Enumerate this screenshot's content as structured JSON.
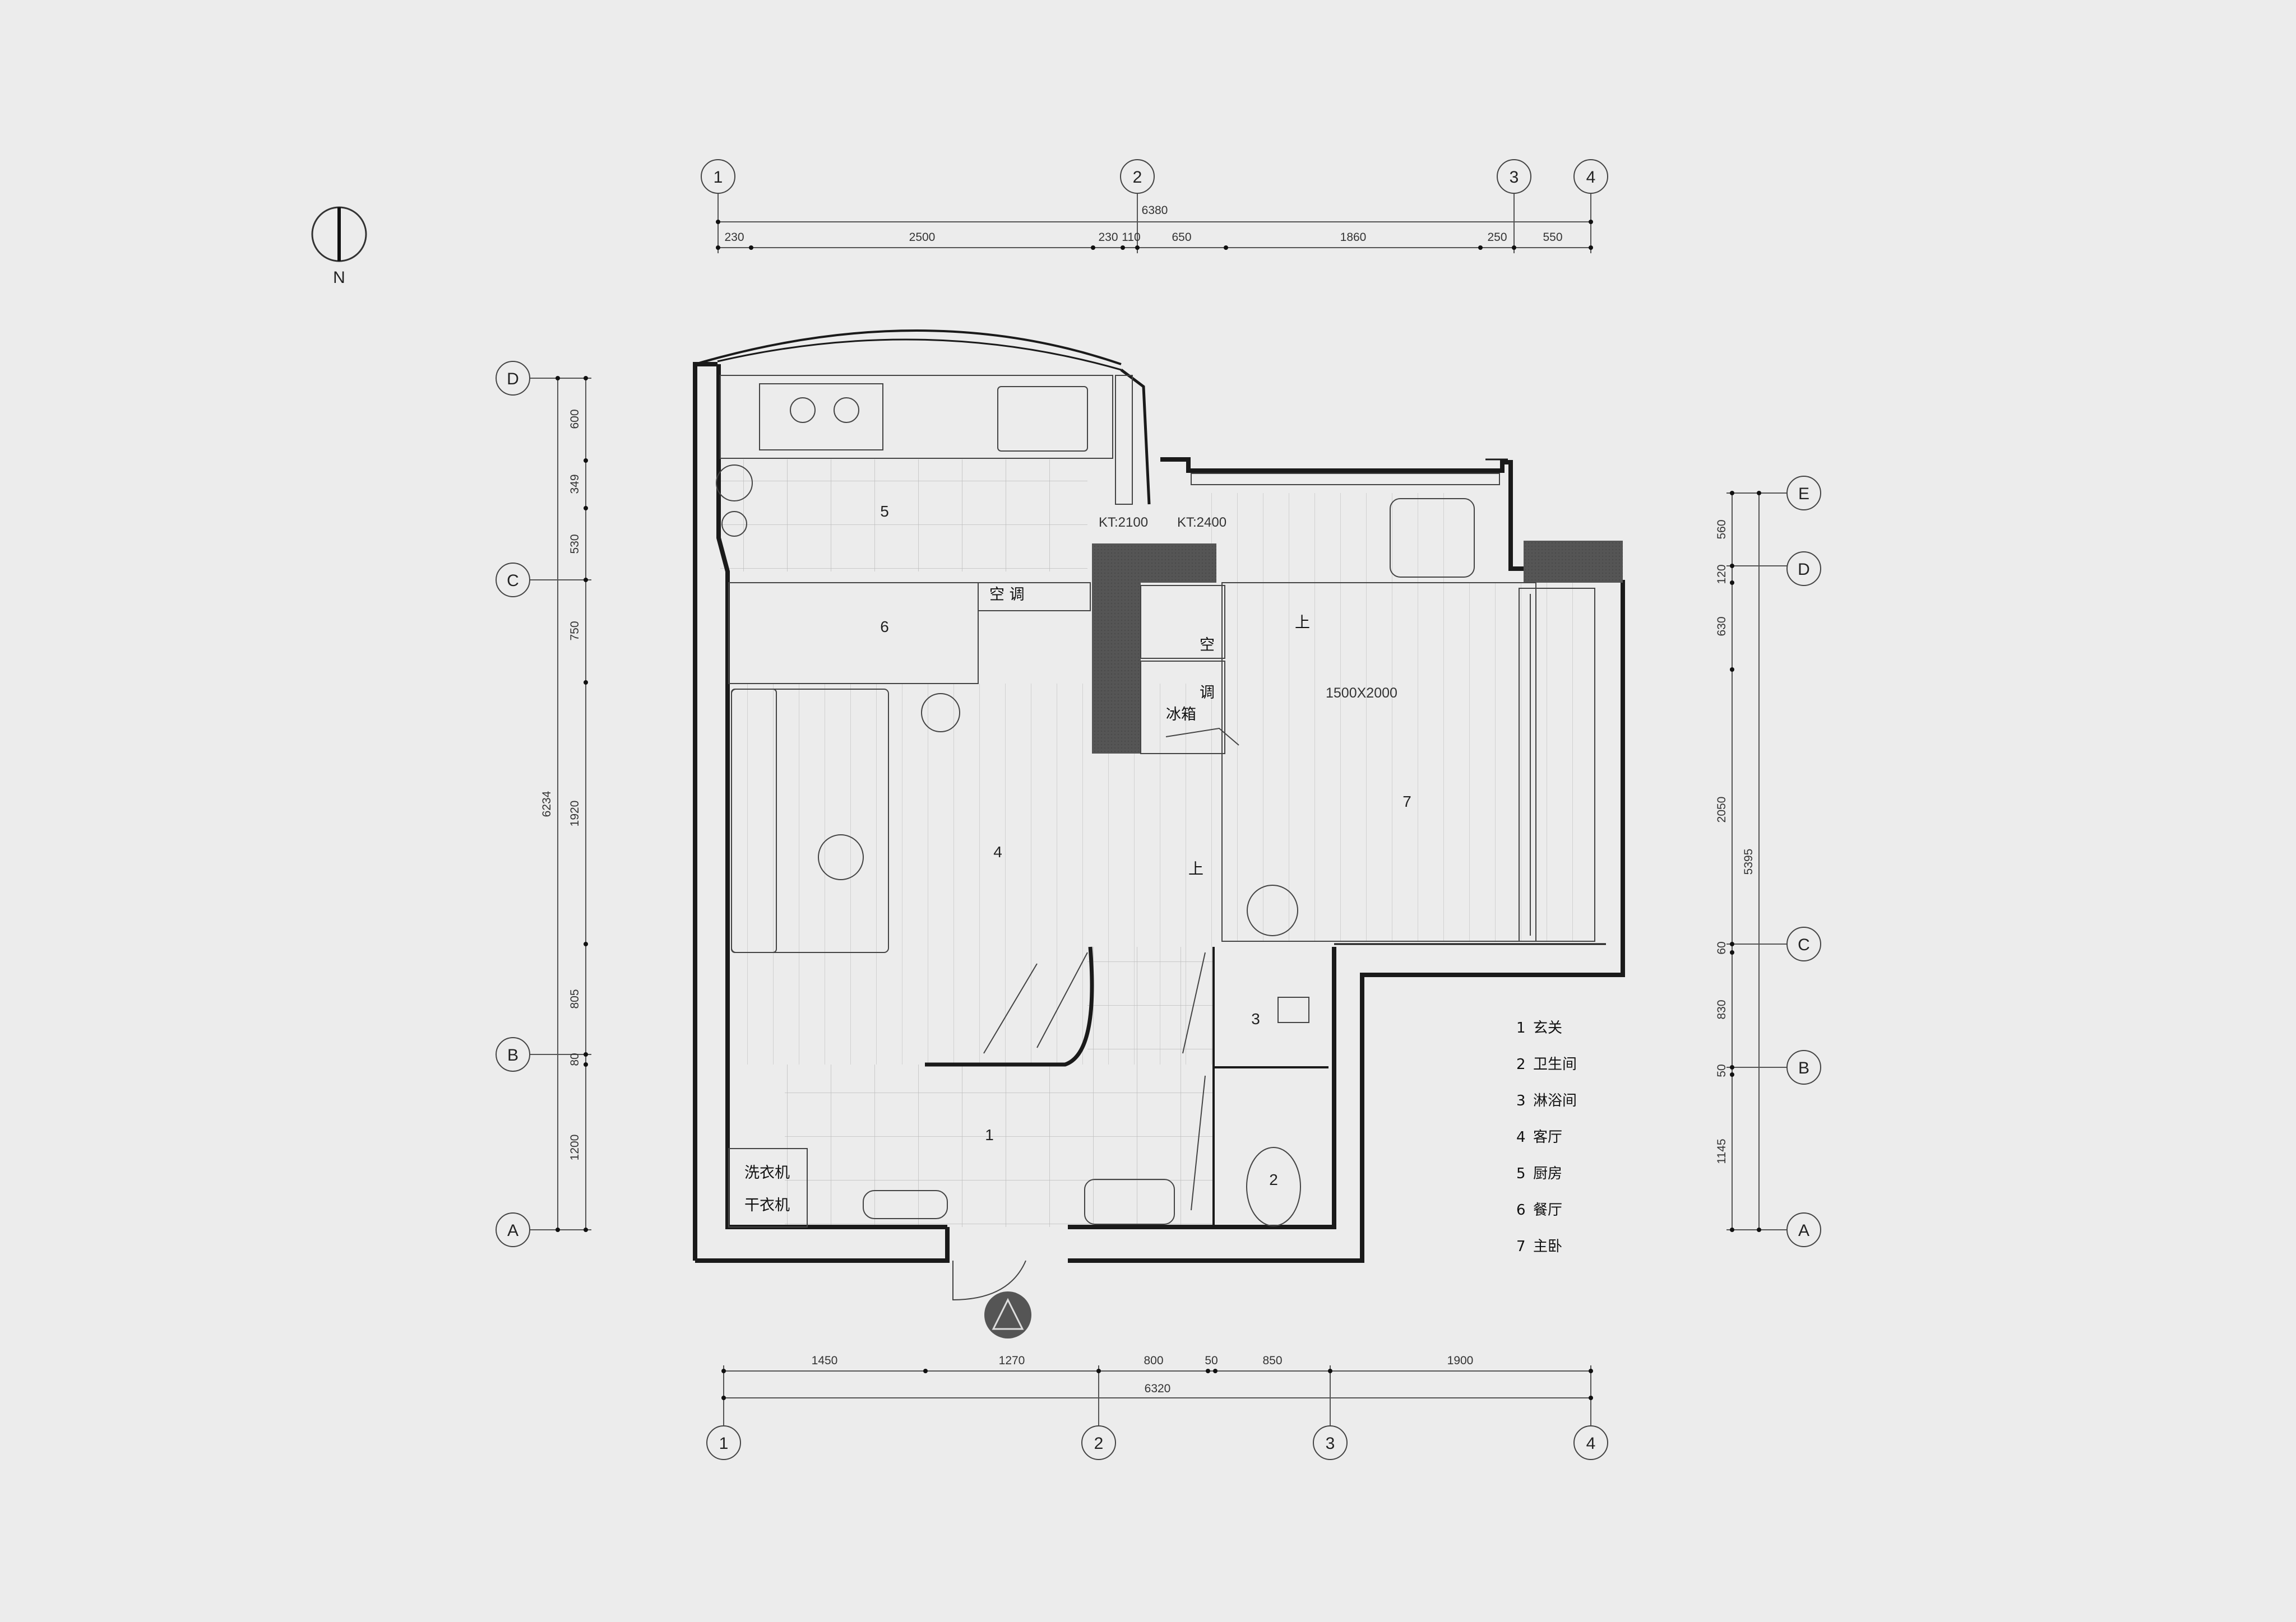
{
  "compass": {
    "label": "N"
  },
  "top_axes": [
    "1",
    "2",
    "3",
    "4"
  ],
  "bottom_axes": [
    "1",
    "2",
    "3",
    "4"
  ],
  "left_axes": [
    "D",
    "C",
    "B",
    "A"
  ],
  "right_axes": [
    "E",
    "D",
    "C",
    "B",
    "A"
  ],
  "top_dims": {
    "total": "6380",
    "segments": [
      "230",
      "2500",
      "230",
      "110",
      "650",
      "1860",
      "250",
      "550"
    ]
  },
  "bottom_dims": {
    "total": "6320",
    "segments": [
      "1450",
      "1270",
      "800",
      "50",
      "850",
      "1900"
    ]
  },
  "left_dims": {
    "total": "6234",
    "segments": [
      "600",
      "349",
      "530",
      "750",
      "1920",
      "805",
      "80",
      "1200"
    ]
  },
  "right_dims": {
    "total": "5395",
    "segments": [
      "560",
      "120",
      "630",
      "2050",
      "60",
      "830",
      "50",
      "1145"
    ]
  },
  "labels": {
    "kt1": "KT:2100",
    "kt2": "KT:2400",
    "ac_kitchen": "空   调",
    "ac_v1": "空",
    "ac_v2": "调",
    "fridge": "冰箱",
    "bed_size": "1500X2000",
    "up1": "上",
    "up2": "上",
    "washer": "洗衣机",
    "dryer": "干衣机"
  },
  "rooms": [
    "1",
    "2",
    "3",
    "4",
    "5",
    "6",
    "7"
  ],
  "legend": [
    {
      "num": "1",
      "name": "玄关"
    },
    {
      "num": "2",
      "name": "卫生间"
    },
    {
      "num": "3",
      "name": "淋浴间"
    },
    {
      "num": "4",
      "name": "客厅"
    },
    {
      "num": "5",
      "name": "厨房"
    },
    {
      "num": "6",
      "name": "餐厅"
    },
    {
      "num": "7",
      "name": "主卧"
    }
  ],
  "colors": {
    "wall": "#1a1a1a",
    "column": "#555555",
    "line": "#333333",
    "background": "#ececec"
  }
}
